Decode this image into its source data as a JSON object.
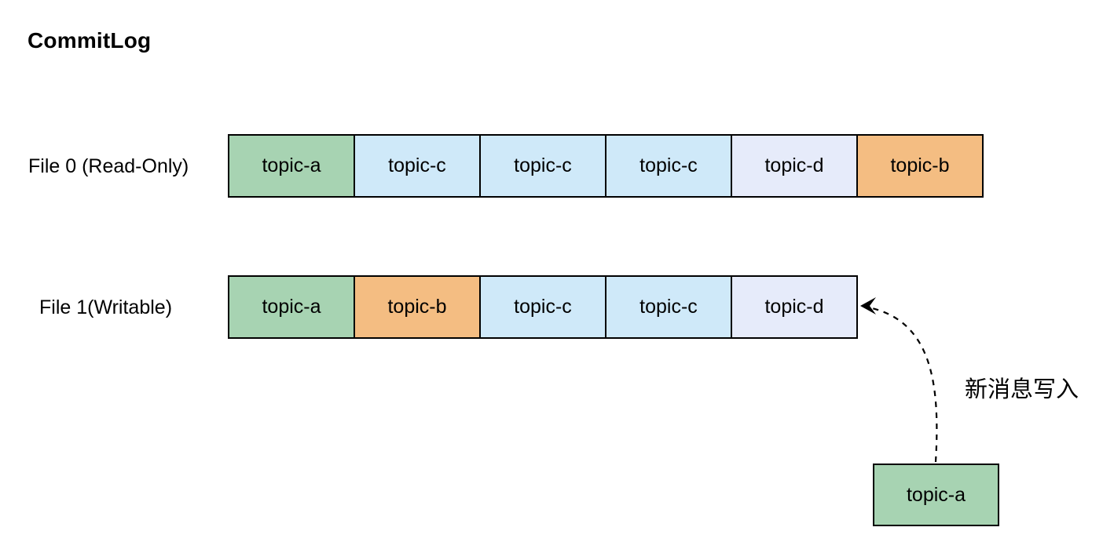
{
  "title": "CommitLog",
  "colors": {
    "green": "#a7d3b2",
    "blue": "#cfe9f9",
    "lavender": "#e6ebfa",
    "orange": "#f4bd82",
    "border": "#000000",
    "text": "#000000",
    "background": "#ffffff"
  },
  "files": [
    {
      "label": "File 0 (Read-Only)",
      "segments": [
        {
          "label": "topic-a",
          "color": "green"
        },
        {
          "label": "topic-c",
          "color": "blue"
        },
        {
          "label": "topic-c",
          "color": "blue"
        },
        {
          "label": "topic-c",
          "color": "blue"
        },
        {
          "label": "topic-d",
          "color": "lavender"
        },
        {
          "label": "topic-b",
          "color": "orange"
        }
      ]
    },
    {
      "label": "File 1(Writable)",
      "segments": [
        {
          "label": "topic-a",
          "color": "green"
        },
        {
          "label": "topic-b",
          "color": "orange"
        },
        {
          "label": "topic-c",
          "color": "blue"
        },
        {
          "label": "topic-c",
          "color": "blue"
        },
        {
          "label": "topic-d",
          "color": "lavender"
        }
      ]
    }
  ],
  "incoming_message": {
    "box_label": "topic-a",
    "box_color": "green",
    "arrow_label": "新消息写入"
  }
}
